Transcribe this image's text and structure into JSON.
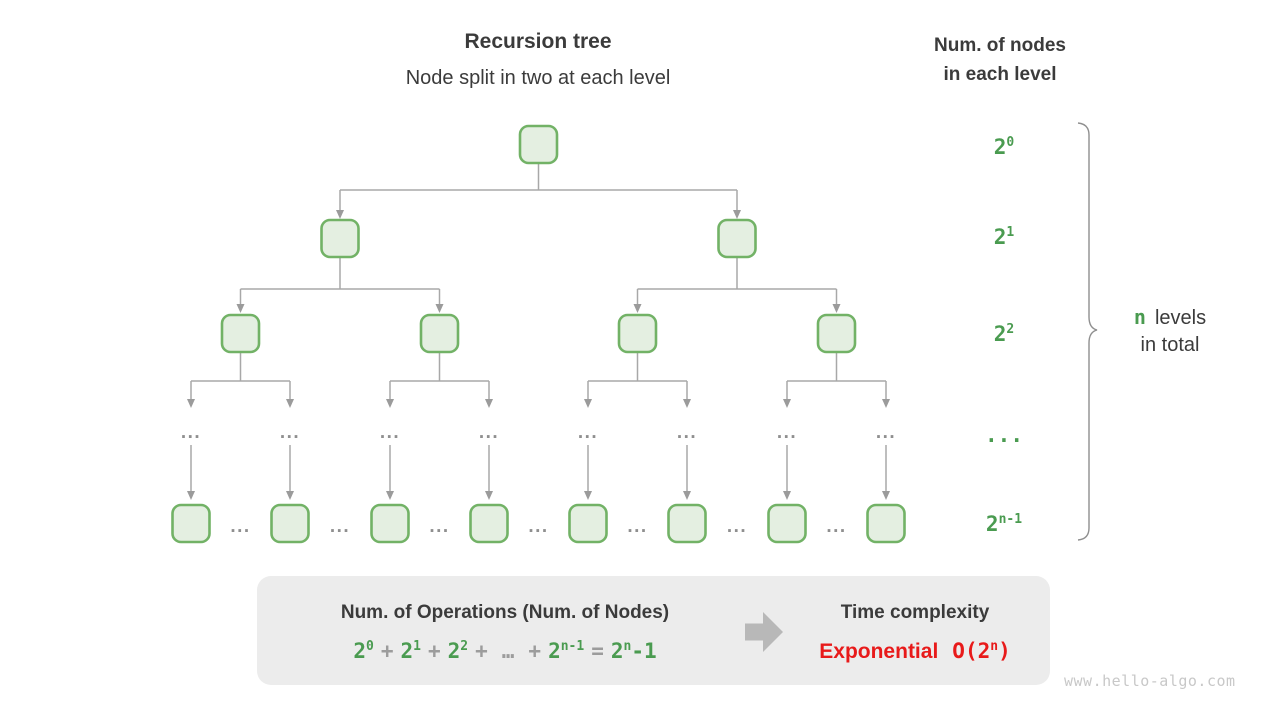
{
  "header": {
    "title": "Recursion tree",
    "subtitle": "Node split in two at each level"
  },
  "right_header": {
    "line1": "Num. of nodes",
    "line2": "in each level"
  },
  "levels": [
    {
      "base": "2",
      "exp": "0"
    },
    {
      "base": "2",
      "exp": "1"
    },
    {
      "base": "2",
      "exp": "2"
    },
    {
      "base": "...",
      "exp": ""
    },
    {
      "base": "2",
      "exp": "n-1"
    }
  ],
  "brace_label": {
    "n": "n",
    "rest": "levels",
    "line2": "in total"
  },
  "tree": {
    "ellipsis": "..."
  },
  "summary": {
    "ops_title": "Num. of Operations (Num. of Nodes)",
    "formula": {
      "tokens": [
        {
          "t": "2",
          "s": "0"
        },
        {
          "t": "+"
        },
        {
          "t": "2",
          "s": "1"
        },
        {
          "t": "+"
        },
        {
          "t": "2",
          "s": "2"
        },
        {
          "t": "+"
        },
        {
          "t": "…"
        },
        {
          "t": "+"
        },
        {
          "t": "2",
          "s": "n-1"
        },
        {
          "t": "="
        },
        {
          "t": "2",
          "s": "n"
        },
        {
          "t": "-1"
        }
      ]
    },
    "time_title": "Time complexity",
    "complexity": {
      "word": "Exponential",
      "o_pre": "O(2",
      "o_sup": "n",
      "o_post": ")"
    }
  },
  "watermark": "www.hello-algo.com",
  "colors": {
    "green_text": "#4a9b50",
    "node_fill": "#e4efe1",
    "node_stroke": "#72b266",
    "line_gray": "#a8a8a8",
    "operator_gray": "#9c9c9c",
    "box_bg": "#ececec",
    "red": "#e81a1a",
    "watermark_gray": "#c8c8c8"
  }
}
